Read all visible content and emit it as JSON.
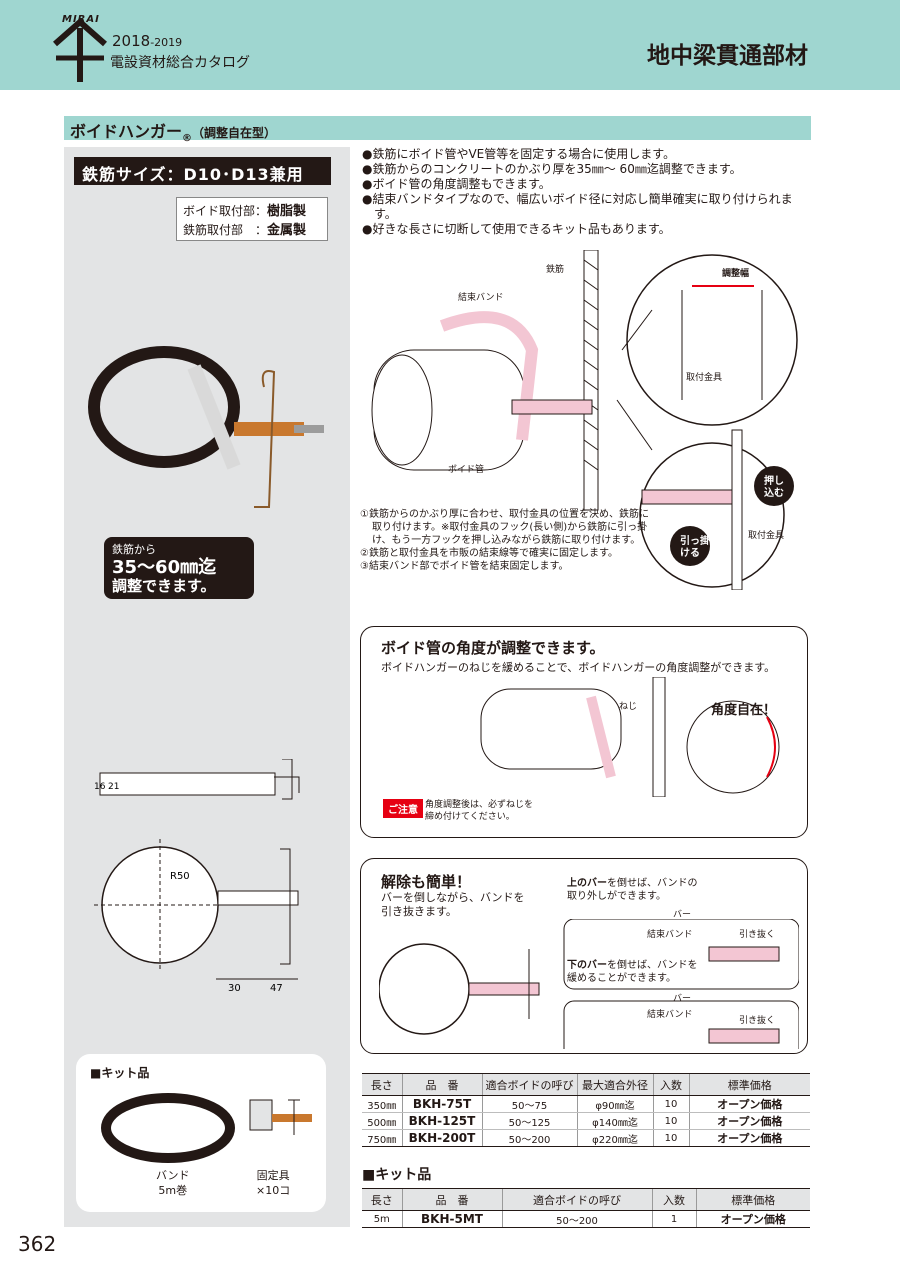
{
  "header": {
    "logo_text": "MIRAI",
    "catalog_year_main": "2018",
    "catalog_year_tail": "-2019",
    "catalog_name": "電設資材総合カタログ",
    "section_title": "地中梁貫通部材"
  },
  "product": {
    "name": "ボイドハンガー",
    "reg_mark": "®",
    "subtitle": "（調整自在型）"
  },
  "left": {
    "size_badge": "鉄筋サイズ：D10･D13兼用",
    "materials": [
      {
        "label": "ボイド取付部：",
        "value": "樹脂製"
      },
      {
        "label": "鉄筋取付部　：",
        "value": "金属製"
      }
    ],
    "callout": {
      "line1": "鉄筋から",
      "line2": "35～60㎜迄",
      "line3": "調整できます。"
    },
    "dims": {
      "d16": "16",
      "d21": "21",
      "r50": "R50",
      "d30": "30",
      "d47": "47"
    },
    "kit": {
      "title": "■キット品",
      "band_label_1": "バンド",
      "band_label_2": "5m巻",
      "fix_label_1": "固定具",
      "fix_label_2": "×10コ"
    }
  },
  "features": [
    "●鉄筋にボイド管やVE管等を固定する場合に使用します。",
    "●鉄筋からのコンクリートのかぶり厚を35㎜～ 60㎜迄調整できます。",
    "●ボイド管の角度調整もできます。",
    "●結束バンドタイプなので、幅広いボイド径に対応し簡単確実に取り付けられます。",
    "●好きな長さに切断して使用できるキット品もあります。"
  ],
  "diagram_labels": {
    "rebar": "鉄筋",
    "band": "結束バンド",
    "void_pipe": "ボイド管",
    "adjust_width": "調整幅",
    "fitting": "取付金具",
    "fitting2": "取付金具",
    "push_1": "押し",
    "push_2": "込む",
    "hook_1": "引っ掛",
    "hook_2": "ける"
  },
  "steps": [
    "①鉄筋からのかぶり厚に合わせ、取付金具の位置を決め、鉄筋に取り付けます。※取付金具のフック(長い側)から鉄筋に引っ掛け、もう一方フックを押し込みながら鉄筋に取り付けます。",
    "②鉄筋と取付金具を市販の結束線等で確実に固定します。",
    "③結束バンド部でボイド管を結束固定します。"
  ],
  "angle": {
    "title": "ボイド管の角度が調整できます。",
    "desc": "ボイドハンガーのねじを緩めることで、ボイドハンガーの角度調整ができます。",
    "screw_label": "ねじ",
    "free_label": "角度自在！",
    "caution_tag": "ご注意",
    "caution_1": "角度調整後は、必ずねじを",
    "caution_2": "締め付けてください。"
  },
  "release": {
    "title": "解除も簡単！",
    "desc": "バーを倒しながら、バンドを引き抜きます。",
    "upper_bold": "上のバー",
    "upper_rest_1": "を倒せば、バンドの",
    "upper_rest_2": "取り外しができます。",
    "lower_bold": "下のバー",
    "lower_rest_1": "を倒せば、バンドを",
    "lower_rest_2": "緩めることができます。",
    "bar": "バー",
    "band": "結束バンド",
    "pull": "引き抜く",
    "bar2": "バー",
    "band2": "結束バンド",
    "pull2": "引き抜く"
  },
  "table_main": {
    "headers": [
      "長さ",
      "品　番",
      "適合ボイドの呼び",
      "最大適合外径",
      "入数",
      "標準価格"
    ],
    "rows": [
      [
        "350㎜",
        "BKH-75T",
        "50～75",
        "φ90㎜迄",
        "10",
        "オープン価格"
      ],
      [
        "500㎜",
        "BKH-125T",
        "50～125",
        "φ140㎜迄",
        "10",
        "オープン価格"
      ],
      [
        "750㎜",
        "BKH-200T",
        "50～200",
        "φ220㎜迄",
        "10",
        "オープン価格"
      ]
    ]
  },
  "kit_heading": "■キット品",
  "table_kit": {
    "headers": [
      "長さ",
      "品　番",
      "適合ボイドの呼び",
      "入数",
      "標準価格"
    ],
    "rows": [
      [
        "5m",
        "BKH-5MT",
        "50～200",
        "1",
        "オープン価格"
      ]
    ]
  },
  "page_number": "362",
  "colors": {
    "accent": "#9fd6d0",
    "panel": "#e3e4e5",
    "caution": "#e60012",
    "pink": "#f3c6d3"
  }
}
